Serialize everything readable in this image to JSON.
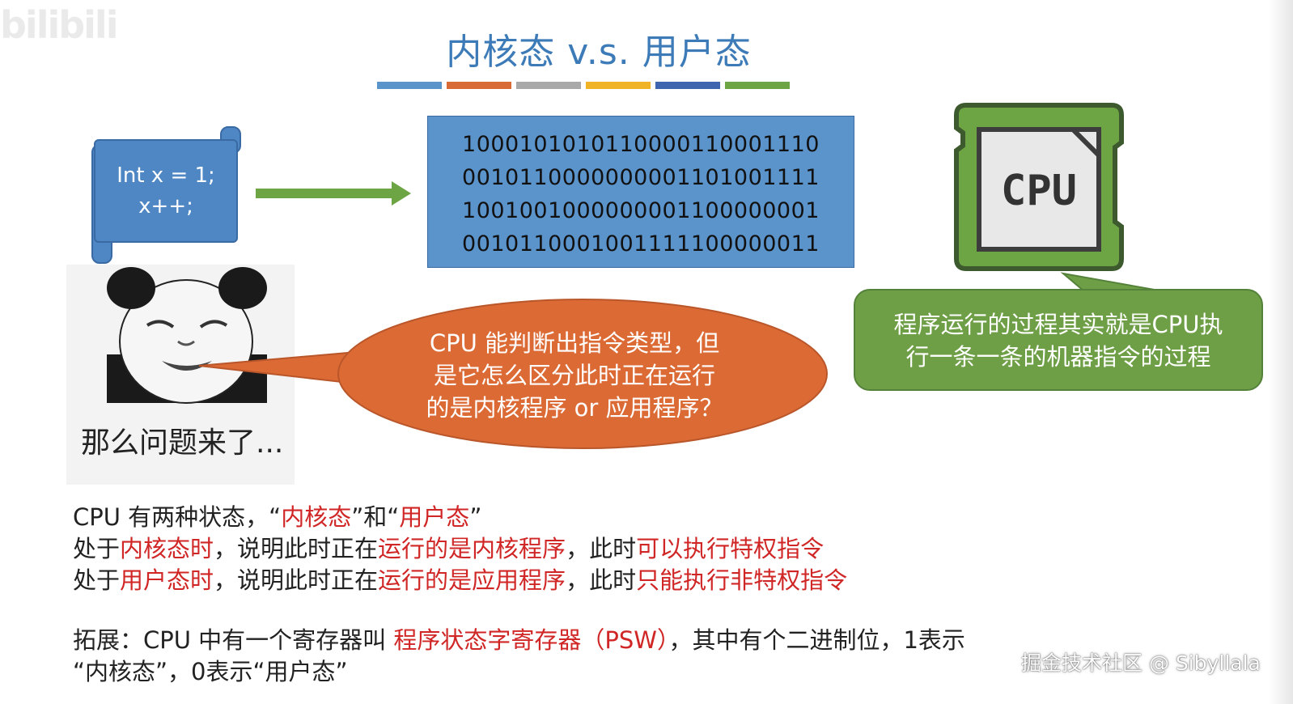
{
  "watermark_top": "bilibili",
  "title": "内核态 v.s. 用户态",
  "decor_colors": [
    "#5b93cb",
    "#d86a35",
    "#a9a9a9",
    "#f0b326",
    "#3f65ae",
    "#6ea544"
  ],
  "code": {
    "line1": "Int x = 1;",
    "line2": "x++;"
  },
  "binary": [
    "1000101010110000110001110",
    "0010110000000001101001111",
    "1001001000000001100000001",
    "0010110001001111100000011"
  ],
  "cpu_label": "CPU",
  "cpu_callout": {
    "line1": "程序运行的过程其实就是CPU执",
    "line2": "行一条一条的机器指令的过程"
  },
  "meme_caption": "那么问题来了...",
  "question_bubble": {
    "line1": "CPU 能判断出指令类型，但",
    "line2": "是它怎么区分此时正在运行",
    "line3": "的是内核程序 or 应用程序？"
  },
  "body": {
    "p1_a": "CPU 有两种状态，“",
    "p1_b": "内核态",
    "p1_c": "”和“",
    "p1_d": "用户态",
    "p1_e": "”",
    "p2_a": "处于",
    "p2_b": "内核态时",
    "p2_c": "，说明此时正在",
    "p2_d": "运行的是内核程序",
    "p2_e": "，此时",
    "p2_f": "可以执行特权指令",
    "p3_a": "处于",
    "p3_b": "用户态时",
    "p3_c": "，说明此时正在",
    "p3_d": "运行的是应用程序",
    "p3_e": "，此时",
    "p3_f": "只能执行非特权指令",
    "p4_a": "拓展：CPU 中有一个寄存器叫 ",
    "p4_b": "程序状态字寄存器（PSW）",
    "p4_c": "，其中有个二进制位，1表示",
    "p5": "“内核态”，0表示“用户态”"
  },
  "watermark_bottom": "掘金技术社区 @ Sibyllala"
}
